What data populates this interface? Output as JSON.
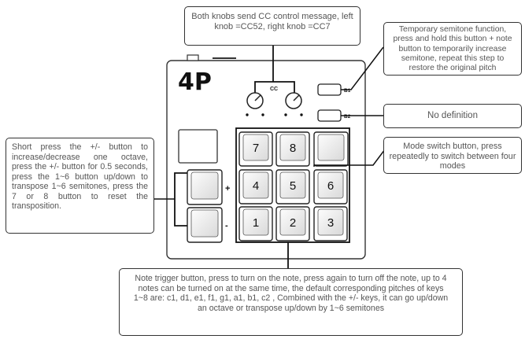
{
  "device": {
    "logo_text": "4P",
    "knob_group_label": "CC",
    "button_labels": [
      "B1",
      "B2"
    ],
    "plus_label": "+",
    "minus_label": "-",
    "keys": [
      "7",
      "8",
      "4",
      "5",
      "6",
      "1",
      "2",
      "3"
    ]
  },
  "callouts": {
    "cc_knobs": "Both knobs send CC control message, left knob =CC52, right knob =CC7",
    "b1": "Temporary semitone function, press and hold this button + note button to temporarily increase semitone, repeat this step to restore the original pitch",
    "b2": "No definition",
    "mode": "Mode switch button, press repeatedly to switch between four modes",
    "octave": "Short press the +/- button to increase/decrease one octave, press the +/- button for 0.5 seconds, press the 1~6 button up/down to transpose 1~6 semitones, press the 7 or 8 button to reset the transposition.",
    "notes": "Note trigger button, press to turn on the note, press again to turn off the note, up to 4 notes can be turned on at the same time, the default corresponding pitches of keys 1~8 are: c1, d1, e1, f1, g1, a1, b1, c2 , Combined with the +/- keys, it can go up/down an octave or transpose up/down by 1~6 semitones"
  }
}
